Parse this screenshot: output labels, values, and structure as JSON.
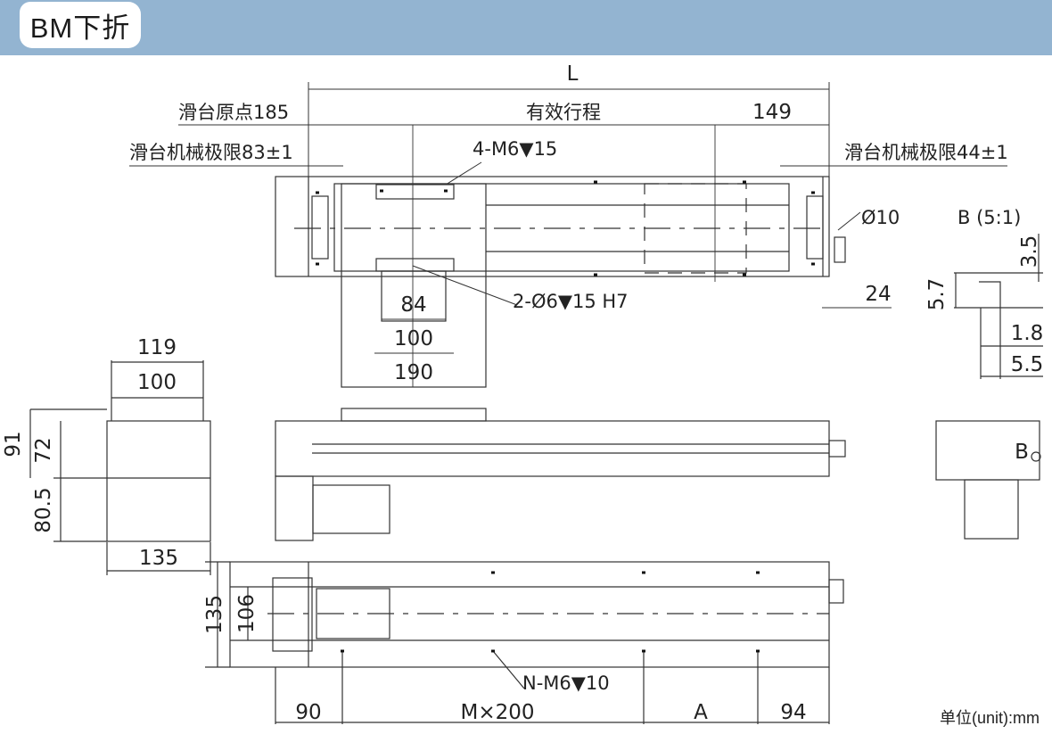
{
  "header": {
    "title": "BM下折"
  },
  "labels": {
    "L": "L",
    "stroke": "有效行程",
    "slide_origin": "滑台原点185",
    "limit_left": "滑台机械极限83±1",
    "limit_right": "滑台机械极限44±1",
    "dim_149": "149",
    "hole_top": "4-M6▼15",
    "pin": "2-Ø6▼15 H7",
    "dim_84": "84",
    "dim_100": "100",
    "dim_190": "190",
    "d10": "Ø10",
    "dim_24": "24",
    "detail_b": "B  (5:1)",
    "dim_3_5": "3.5",
    "dim_5_7": "5.7",
    "dim_1_8": "1.8",
    "dim_5_5": "5.5",
    "dim_119": "119",
    "dim_100b": "100",
    "dim_91": "91",
    "dim_72": "72",
    "dim_80_5": "80.5",
    "dim_135": "135",
    "dim_135v": "135",
    "dim_106": "106",
    "hole_bottom": "N-M6▼10",
    "dim_90": "90",
    "m200": "M×200",
    "A": "A",
    "dim_94": "94",
    "B": "B",
    "unit": "单位(unit):mm"
  }
}
